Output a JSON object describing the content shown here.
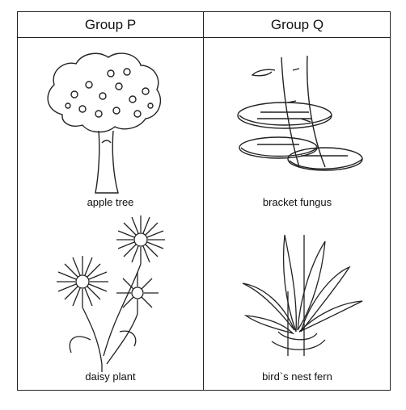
{
  "headers": {
    "group_p": "Group P",
    "group_q": "Group Q"
  },
  "items": {
    "apple_tree": "apple tree",
    "bracket_fungus": "bracket fungus",
    "daisy_plant": "daisy plant",
    "birds_nest_fern": "bird`s nest fern"
  },
  "colors": {
    "line": "#222222",
    "background": "#ffffff"
  }
}
